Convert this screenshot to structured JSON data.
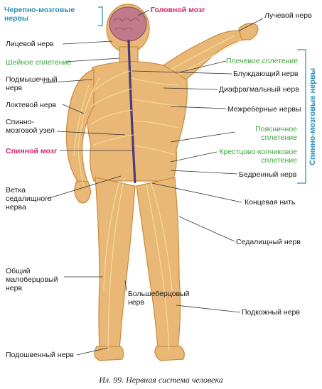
{
  "diagram": {
    "labels": {
      "cranial_nerves": "Черепно-мозговые нервы",
      "brain": "Головной мозг",
      "radial_nerve": "Лучевой нерв",
      "facial_nerve": "Лицевой нерв",
      "cervical_plexus": "Шейное сплетение",
      "brachial_plexus": "Плечевое сплетение",
      "axillary_nerve": "Подмышечный нерв",
      "vagus_nerve": "Блуждающий нерв",
      "phrenic_nerve": "Диафрагмальный нерв",
      "ulnar_nerve": "Локтевой нерв",
      "intercostal_nerves": "Межреберные нервы",
      "spinal_ganglion": "Спинно-мозговой узел",
      "lumbar_plexus": "Поясничное сплетение",
      "spinal_cord": "Спинной мозг",
      "sacrococcygeal_plexus": "Крестцово-копчиковое сплетение",
      "femoral_nerve": "Бедренный нерв",
      "sciatic_branch": "Ветка седалищного нерва",
      "terminal_filum": "Концевая нить",
      "sciatic_nerve": "Седалищный нерв",
      "common_peroneal": "Общий малоберцовый нерв",
      "tibial_nerve": "Большеберцовый нерв",
      "saphenous_nerve": "Подкожный нерв",
      "plantar_nerve": "Подошвенный нерв",
      "spinal_nerves": "Спинно-мозговые нервы"
    },
    "caption": "Ил. 99. Нервная система человека",
    "colors": {
      "body": "#e9b877",
      "body_edge": "#c98a3e",
      "nerve": "#f6df9c",
      "brain": "#c07a8a",
      "spine": "#4a3a7a",
      "cranial_accent": "#2a8fb8",
      "plexus_accent": "#3aa33a",
      "spinal_accent": "#d6246e"
    }
  }
}
